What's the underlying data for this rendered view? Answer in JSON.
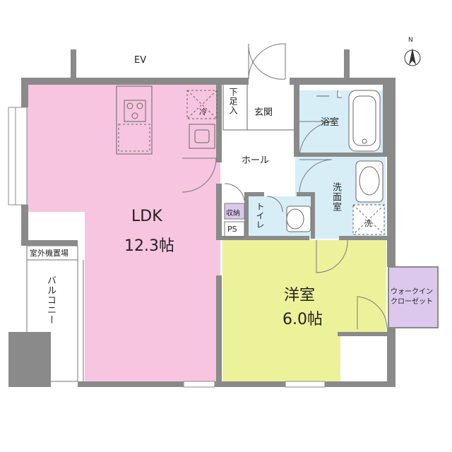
{
  "labels": {
    "ev": "EV",
    "getabako": "下足入",
    "genkan": "玄関",
    "yokushitsu": "浴室",
    "hall": "ホール",
    "senmenshitsu": "洗面室",
    "toilet": "トイレ",
    "shuno": "収納",
    "ps": "PS",
    "ldk_name": "LDK",
    "ldk_size": "12.3帖",
    "youshitsu_name": "洋室",
    "youshitsu_size": "6.0帖",
    "wic_line1": "ウォークイン",
    "wic_line2": "クローゼット",
    "outdoor_unit": "室外機置場",
    "balcony": "バルコニー",
    "fridge": "冷",
    "washer": "洗",
    "north": "N"
  },
  "colors": {
    "ldk": "#f7c5df",
    "youshitsu": "#ecf29a",
    "wet_area": "#d7eef7",
    "wic": "#dcc8ec",
    "shuno": "#dcc8ec",
    "wall": "#8a8a8a"
  }
}
